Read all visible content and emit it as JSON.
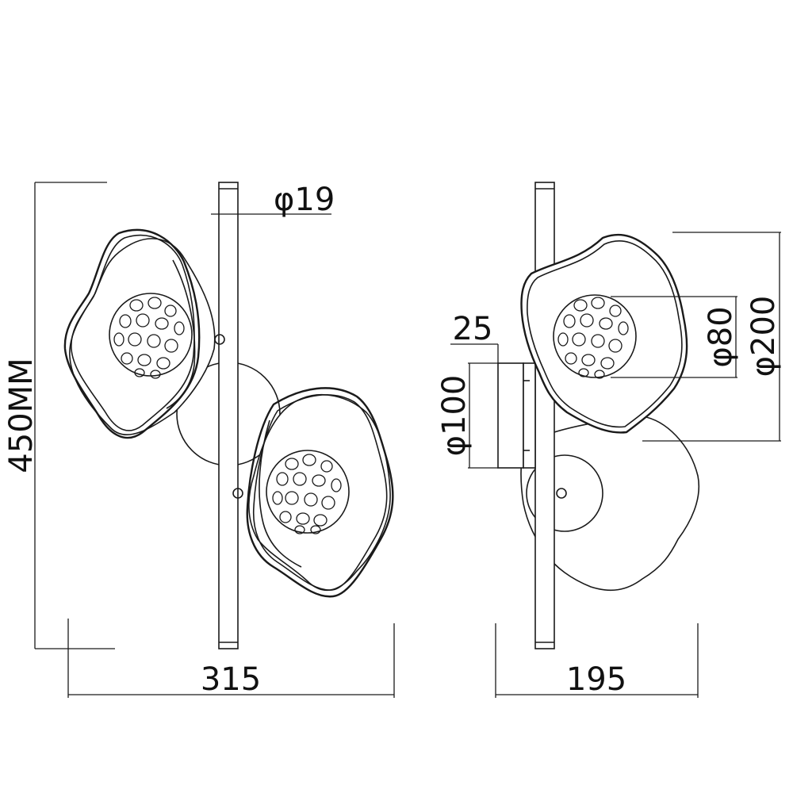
{
  "drawing": {
    "front_view": {
      "height_label": "450MM",
      "width_label": "315",
      "rod_diameter_label": "φ19"
    },
    "side_view": {
      "depth_label": "195",
      "backplate_thickness_label": "25",
      "backplate_diameter_label": "φ100",
      "globe_diameter_label": "φ80",
      "shade_diameter_label": "φ200"
    }
  }
}
